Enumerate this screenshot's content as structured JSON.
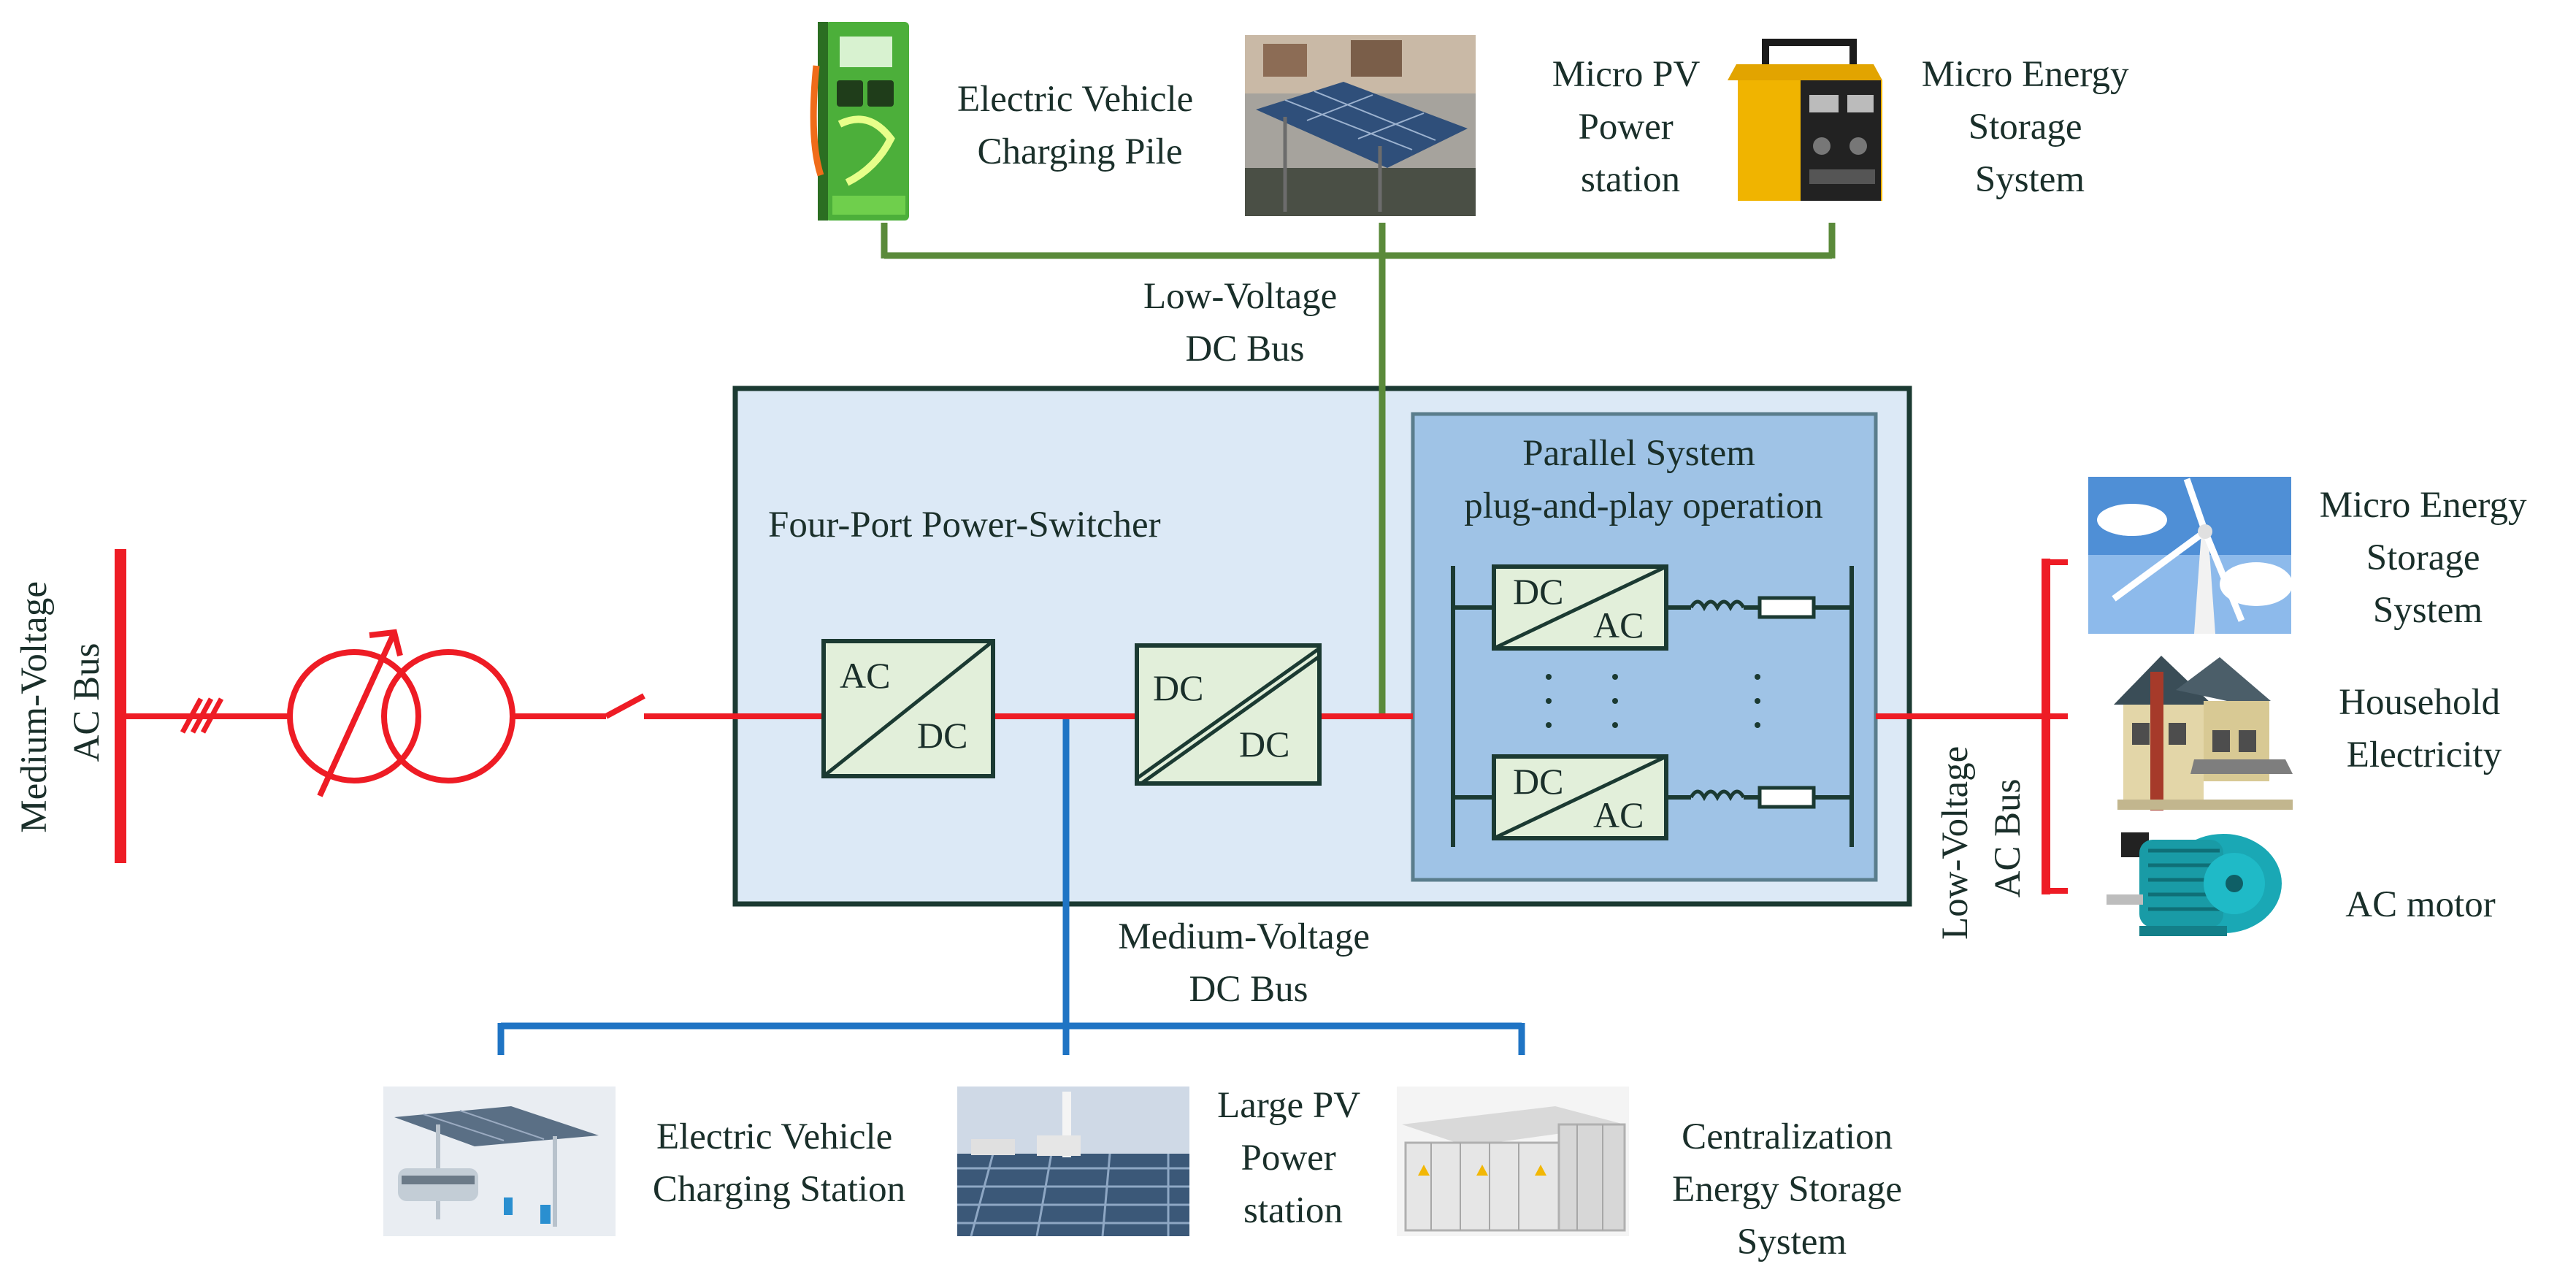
{
  "colors": {
    "ac_line": "#ee1c25",
    "lv_dc_bus": "#5a8a3a",
    "mv_dc_bus": "#1f74c4",
    "box_outer_fill": "#dce9f6",
    "box_inner_fill": "#9fc3e6",
    "converter_fill": "#e2efda",
    "outline": "#1b3a32"
  },
  "labels": {
    "mv_ac_bus": [
      "Medium-Voltage",
      "AC Bus"
    ],
    "lv_dc_bus": [
      "Low-Voltage",
      "DC Bus"
    ],
    "mv_dc_bus": [
      "Medium-Voltage",
      "DC Bus"
    ],
    "lv_ac_bus": [
      "Low-Voltage",
      "AC Bus"
    ],
    "switcher_title": "Four-Port Power-Switcher",
    "parallel_title": [
      "Parallel  System",
      "plug-and-play operation"
    ]
  },
  "converters": {
    "ac_dc": {
      "top": "AC",
      "bottom": "DC"
    },
    "dc_dc": {
      "top": "DC",
      "bottom": "DC"
    },
    "parallel_top": {
      "top": "DC",
      "bottom": "AC"
    },
    "parallel_bottom": {
      "top": "DC",
      "bottom": "AC"
    }
  },
  "devices": {
    "top": [
      {
        "name": "ev-charging-pile",
        "icon": "ev-charging-pile-icon",
        "lines": [
          "Electric Vehicle",
          "Charging Pile"
        ]
      },
      {
        "name": "micro-pv-station",
        "icon": "solar-carport-icon",
        "lines": [
          "Micro PV",
          "Power",
          "station"
        ]
      },
      {
        "name": "micro-energy-storage-top",
        "icon": "battery-box-icon",
        "lines": [
          "Micro  Energy",
          "Storage",
          "System"
        ]
      }
    ],
    "right": [
      {
        "name": "micro-energy-storage-right",
        "icon": "wind-turbine-icon",
        "lines": [
          "Micro  Energy",
          "Storage",
          "System"
        ]
      },
      {
        "name": "household-electricity",
        "icon": "house-icon",
        "lines": [
          "Household",
          "Electricity"
        ]
      },
      {
        "name": "ac-motor",
        "icon": "motor-icon",
        "lines": [
          "AC motor"
        ]
      }
    ],
    "bottom": [
      {
        "name": "ev-charging-station",
        "icon": "ev-station-icon",
        "lines": [
          "Electric Vehicle",
          "Charging Station"
        ]
      },
      {
        "name": "large-pv-station",
        "icon": "solar-farm-icon",
        "lines": [
          "Large PV",
          "Power",
          "station"
        ]
      },
      {
        "name": "central-energy-storage",
        "icon": "container-storage-icon",
        "lines": [
          "Centralization",
          "Energy Storage",
          "System"
        ]
      }
    ]
  }
}
